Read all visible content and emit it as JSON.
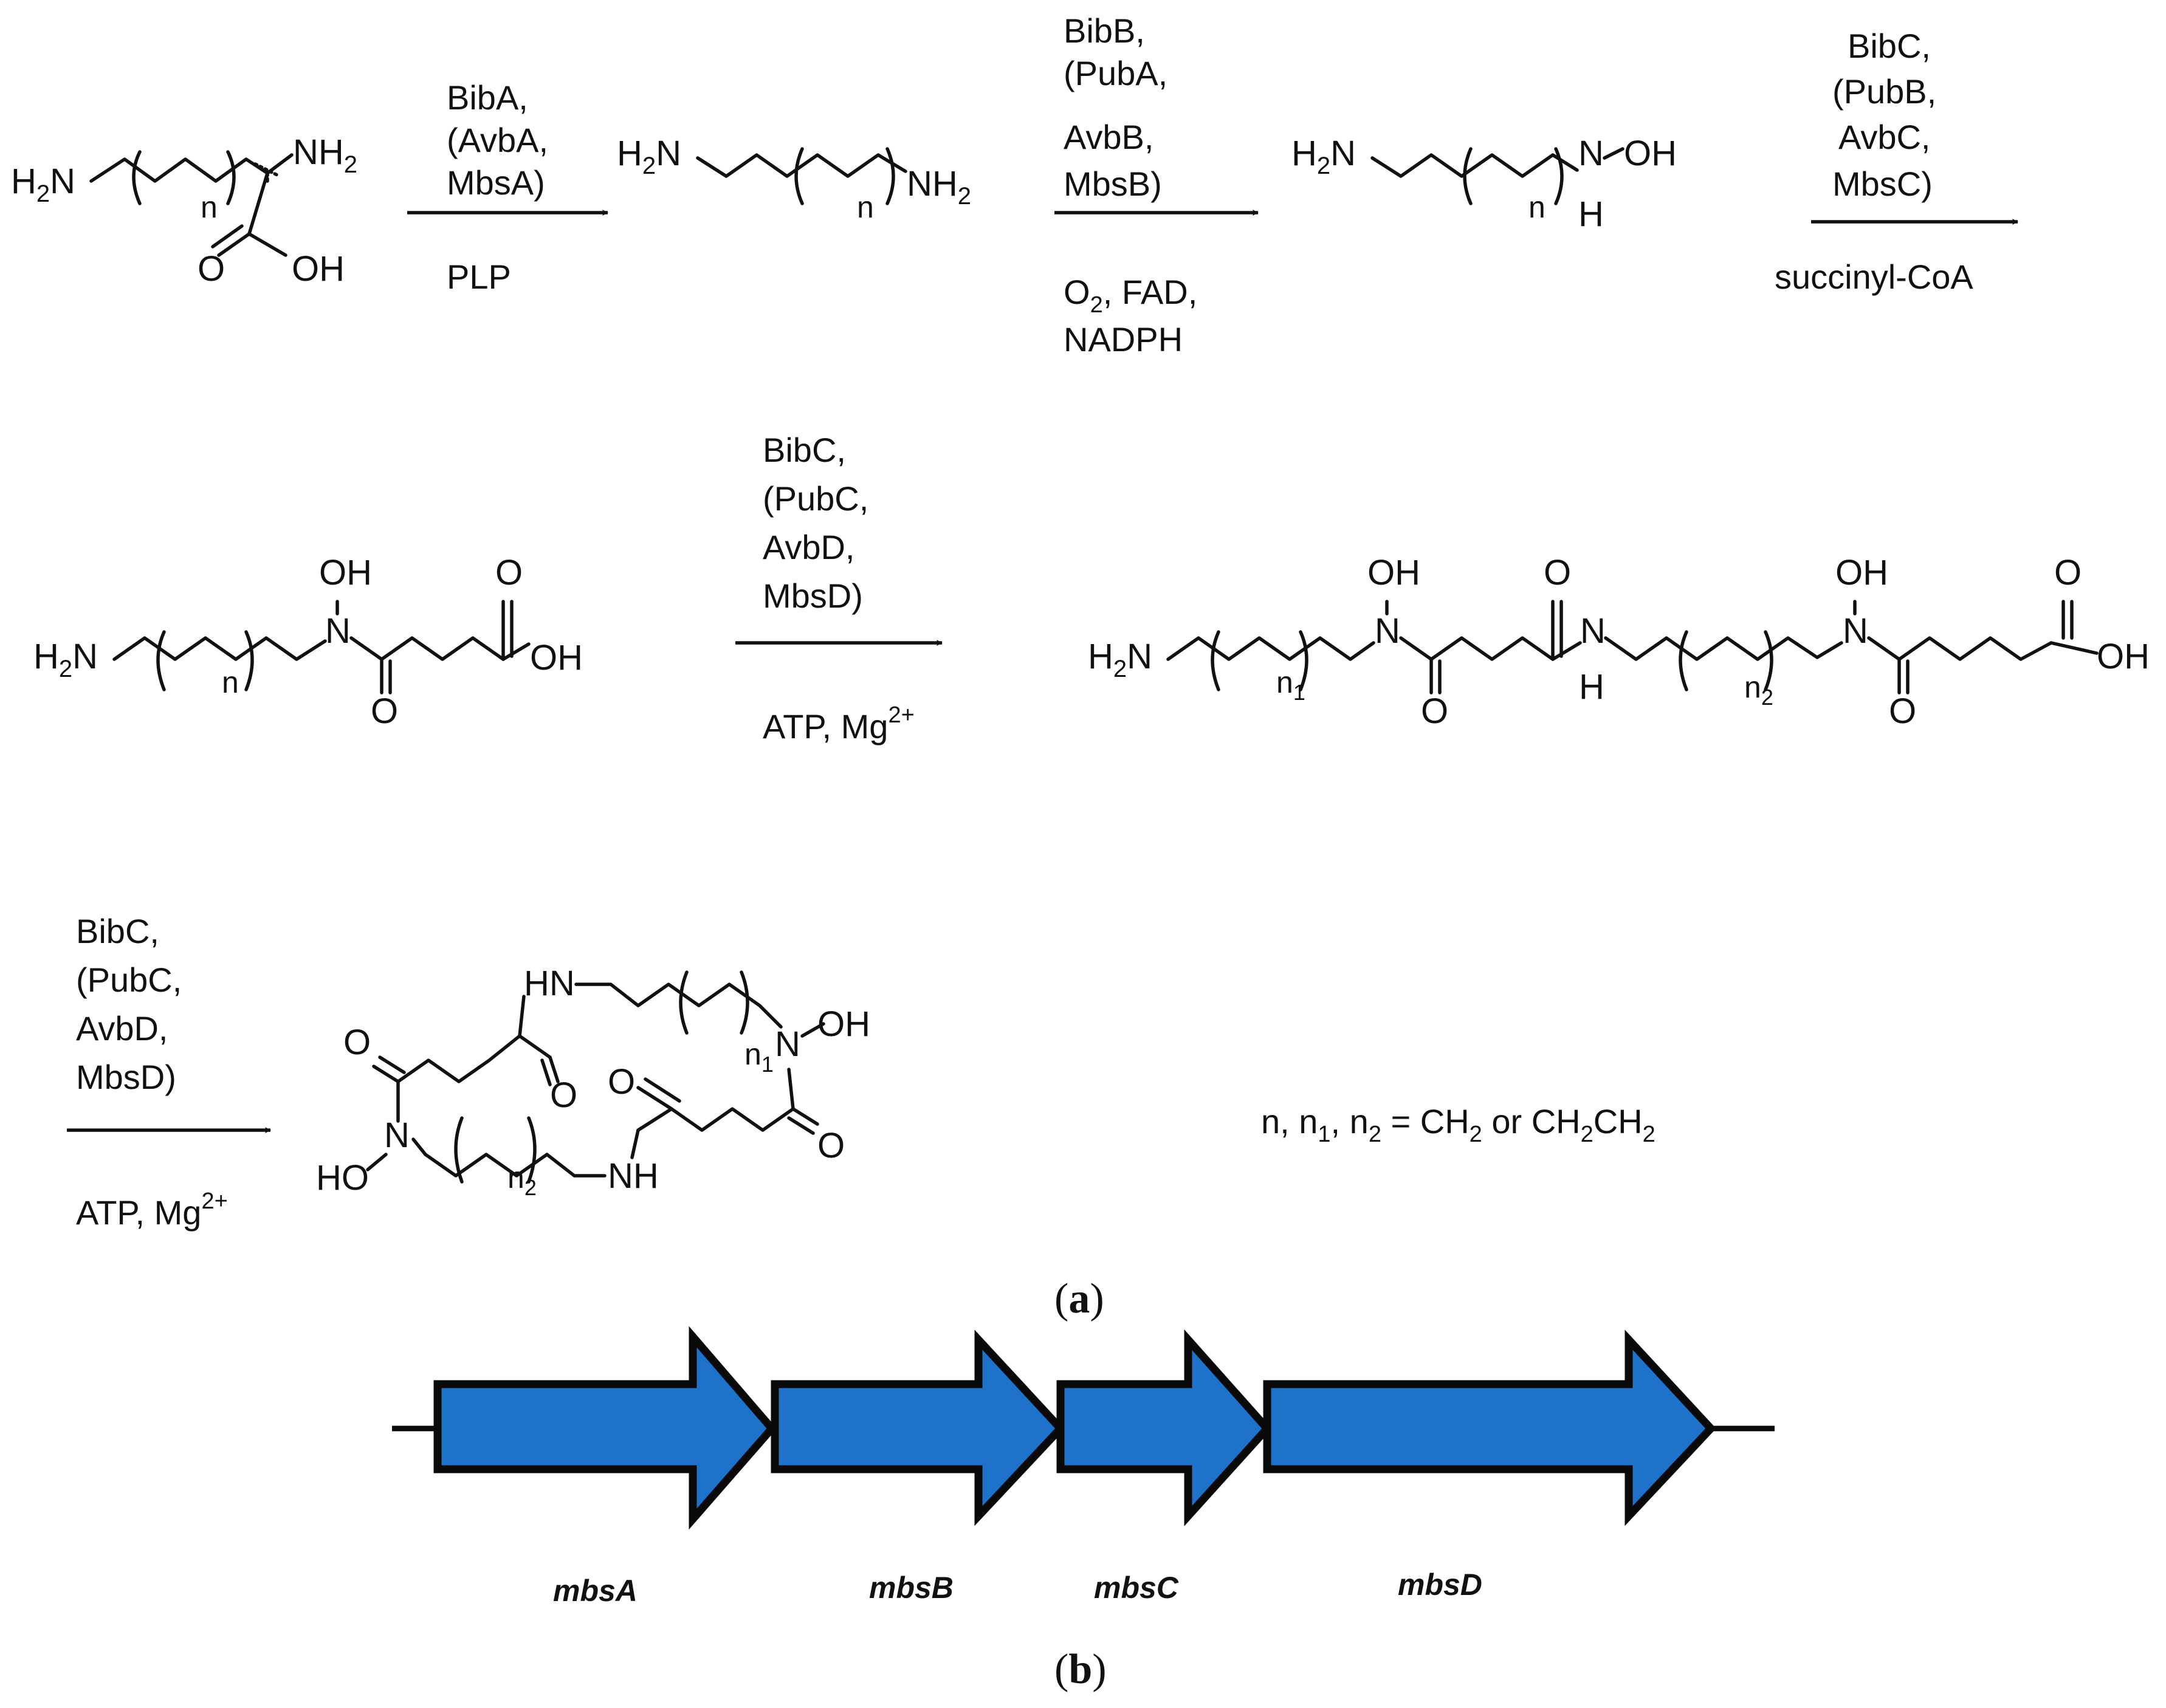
{
  "colors": {
    "gene_fill": "#1f72c9",
    "ink": "#111111"
  },
  "reagents": {
    "step1": {
      "lines": [
        "BibA,",
        "(AvbA,",
        "MbsA)"
      ],
      "below": [
        "PLP"
      ]
    },
    "step2": {
      "lines": [
        "BibB,",
        "(PubA,",
        "AvbB,",
        "MbsB)"
      ],
      "below1": "O",
      "below1_sub": "2",
      "below1_rest": ", FAD,",
      "below2": "NADPH"
    },
    "step3": {
      "lines": [
        "BibC,",
        "(PubB,",
        "AvbC,",
        "MbsC)"
      ],
      "below": [
        "succinyl-CoA"
      ]
    },
    "step4": {
      "lines": [
        "BibC,",
        "(PubC,",
        "AvbD,",
        "MbsD)"
      ],
      "below": "ATP, Mg",
      "below_sup": "2+"
    },
    "step5": {
      "lines": [
        "BibC,",
        "(PubC,",
        "AvbD,",
        "MbsD)"
      ],
      "below": "ATP, Mg",
      "below_sup": "2+"
    }
  },
  "atoms": {
    "H2N": "H",
    "N": "N",
    "NH": "NH",
    "HN": "HN",
    "NH2": "NH",
    "sub2": "2",
    "OH": "OH",
    "HO": "HO",
    "O": "O",
    "H": "H",
    "n": "n",
    "n1": "n",
    "n2": "n",
    "sub1": "1"
  },
  "legend": {
    "part1": "n, n",
    "sub1": "1",
    "part2": ", n",
    "sub2": "2",
    "part3": " = CH",
    "sub3": "2",
    "part4": " or CH",
    "sub4": "2",
    "part5": "CH",
    "sub5": "2"
  },
  "panel_labels": {
    "a": "(a)",
    "a_letter": "a",
    "b": "(b)",
    "b_letter": "b"
  },
  "genes": [
    {
      "name": "mbsA"
    },
    {
      "name": "mbsB"
    },
    {
      "name": "mbsC"
    },
    {
      "name": "mbsD"
    }
  ]
}
